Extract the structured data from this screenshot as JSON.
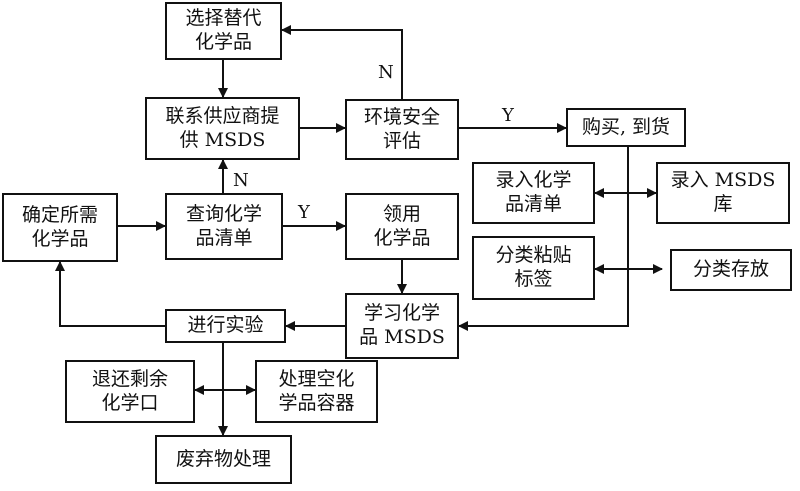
{
  "nodes": {
    "select_alt": "选择替代\n化学品",
    "contact_supplier": "联系供应商提\n供 MSDS",
    "env_safety": "环境安全\n评估",
    "purchase": "购买, 到货",
    "enter_list": "录入化学\n品清单",
    "enter_msds": "录入 MSDS\n库",
    "label_sort": "分类粘贴\n标签",
    "sort_store": "分类存放",
    "determine": "确定所需\n化学品",
    "query_list": "查询化学\n品清单",
    "receive": "领用\n化学品",
    "learn_msds": "学习化学\n品 MSDS",
    "experiment": "进行实验",
    "return_rest": "退还剩余\n化学口",
    "empty_container": "处理空化\n学品容器",
    "waste": "废弃物处理"
  },
  "edge_labels": {
    "env_to_select_n": "N",
    "env_to_purchase_y": "Y",
    "query_to_contact_n": "N",
    "query_to_receive_y": "Y"
  }
}
